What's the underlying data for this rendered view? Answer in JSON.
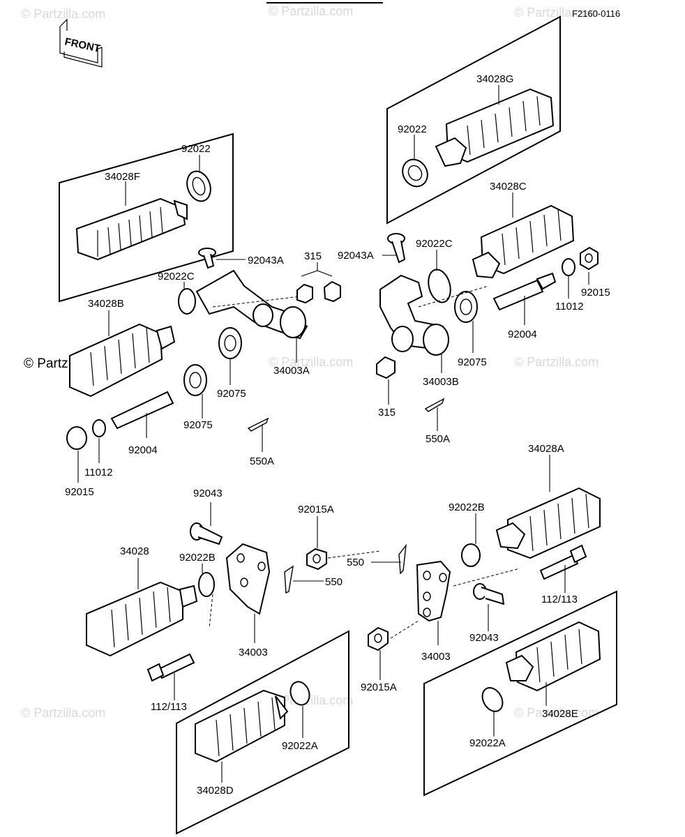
{
  "diagram": {
    "ref_code": "F2160-0116",
    "front_label": "FRONT",
    "copyright": "© Partzilla.com",
    "watermark": "© Partzilla.com",
    "labels": {
      "p34028G": "34028G",
      "p92022_top": "92022",
      "p92022_left": "92022",
      "p34028F": "34028F",
      "p34028C": "34028C",
      "p92043A_left": "92043A",
      "p92043A_right": "92043A",
      "p315_top": "315",
      "p92022C_right": "92022C",
      "p92022C_left": "92022C",
      "p34028B": "34028B",
      "p92015_right": "92015",
      "p11012_right": "11012",
      "p92004_right": "92004",
      "p34003A": "34003A",
      "p92075_right": "92075",
      "p34003B": "34003B",
      "p92075_mid": "92075",
      "p92075_left": "92075",
      "p315_bottom": "315",
      "p92004_left": "92004",
      "p550A_right": "550A",
      "p11012_left": "11012",
      "p550A_left": "550A",
      "p92015_left": "92015",
      "p34028A": "34028A",
      "p92043_top": "92043",
      "p92015A_top": "92015A",
      "p92022B_right": "92022B",
      "p34028": "34028",
      "p92022B_left": "92022B",
      "p550_left": "550",
      "p550_right": "550",
      "p112_113_right": "112/113",
      "p34003_left": "34003",
      "p92043_bottom": "92043",
      "p34003_right": "34003",
      "p112_113_left": "112/113",
      "p92015A_bottom": "92015A",
      "p92022A_left": "92022A",
      "p34028E": "34028E",
      "p92022A_right": "92022A",
      "p34028D": "34028D"
    }
  }
}
